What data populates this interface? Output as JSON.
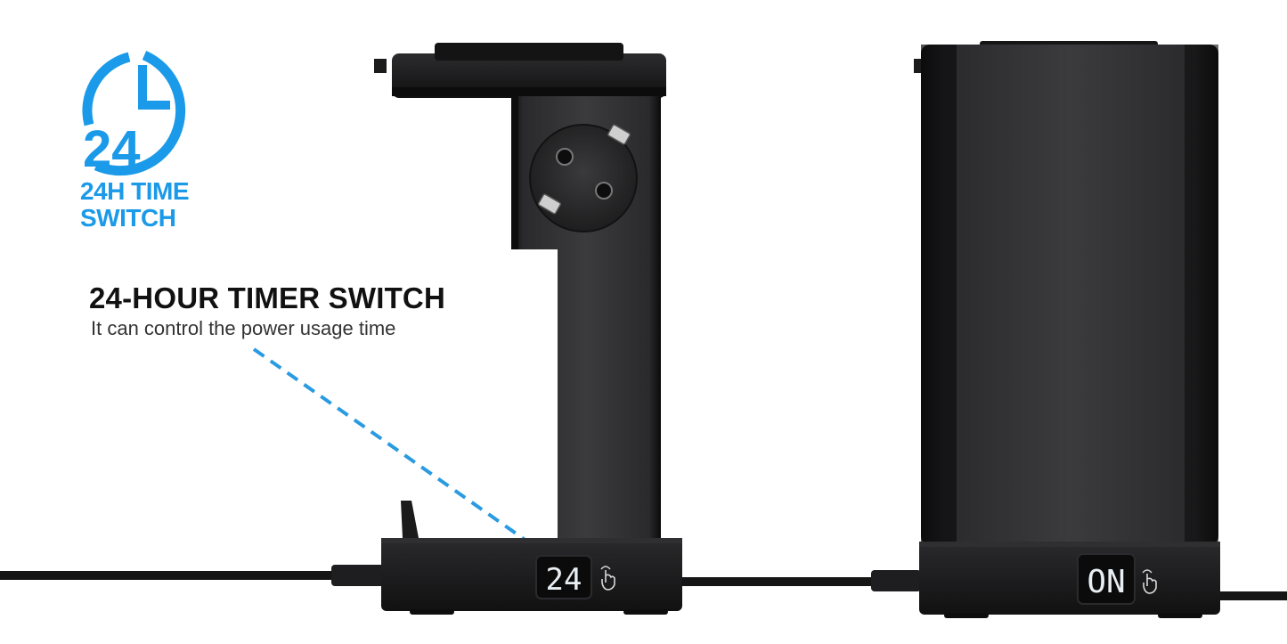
{
  "badge": {
    "number": "24",
    "label_line1": "24H TIME",
    "label_line2": "SWITCH"
  },
  "feature": {
    "title": "24-HOUR TIMER SWITCH",
    "subtitle": "It can control the power usage time"
  },
  "left_device": {
    "display_text": "24"
  },
  "right_device": {
    "display_text": "ON"
  },
  "colors": {
    "accent": "#1a9ae8",
    "device": "#1c1c1e",
    "display_text": "#e8eef2"
  },
  "icons": [
    "clock-24h-icon",
    "touch-hand-icon"
  ]
}
